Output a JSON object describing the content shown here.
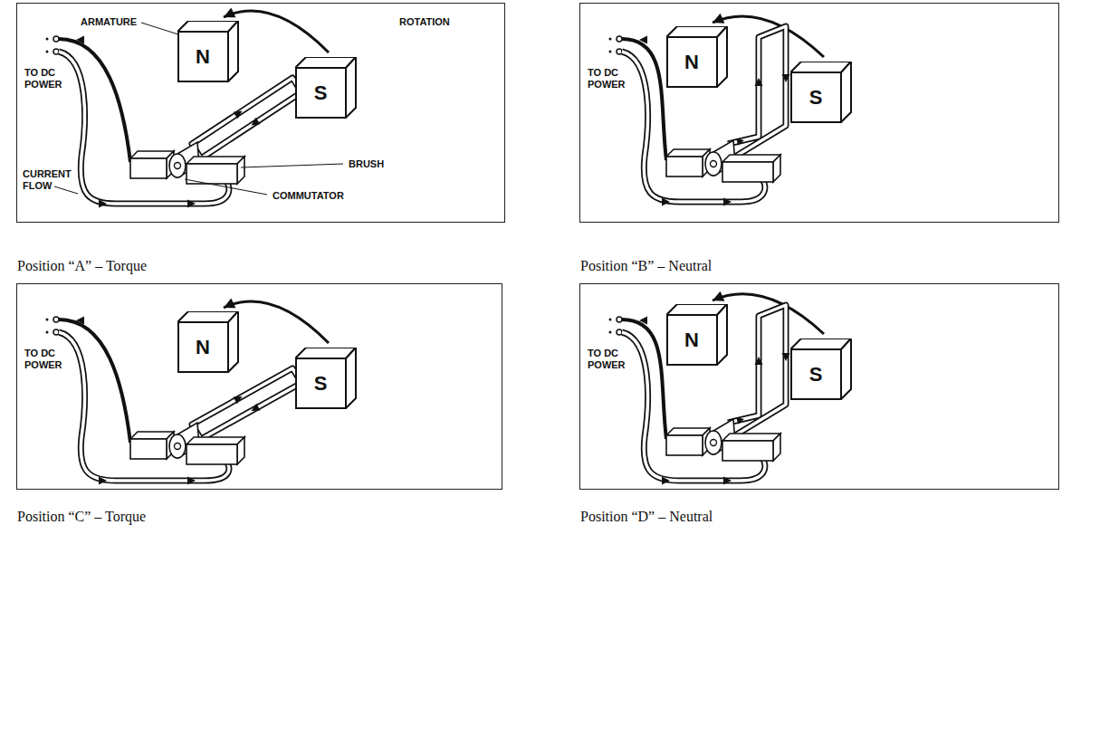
{
  "diagram": {
    "nodes": [
      {
        "text": [
          "Position “A” – Torque"
        ]
      },
      {
        "text": [
          "N"
        ],
        "in": 0
      },
      {
        "text": [
          "S"
        ],
        "in": 0
      },
      {
        "text": [
          "Position “B” – Neutral"
        ]
      },
      {
        "text": [
          "N"
        ],
        "in": 3
      },
      {
        "text": [
          "S"
        ],
        "in": 3
      },
      {
        "text": [
          "Position “C” – Torque"
        ]
      },
      {
        "text": [
          "N"
        ],
        "in": 6
      },
      {
        "text": [
          "S"
        ],
        "in": 6
      },
      {
        "text": [
          "Position “D” – Neutral"
        ]
      },
      {
        "text": [
          "N"
        ],
        "in": 9
      },
      {
        "text": [
          "S"
        ],
        "in": 9
      }
    ],
    "labels": [
      "ARMATURE",
      "ROTATION",
      "TO DC POWER",
      "BRUSH",
      "CURRENT FLOW",
      "COMMUTATOR",
      "TO DC POWER",
      "TO DC POWER",
      "TO DC POWER"
    ]
  }
}
